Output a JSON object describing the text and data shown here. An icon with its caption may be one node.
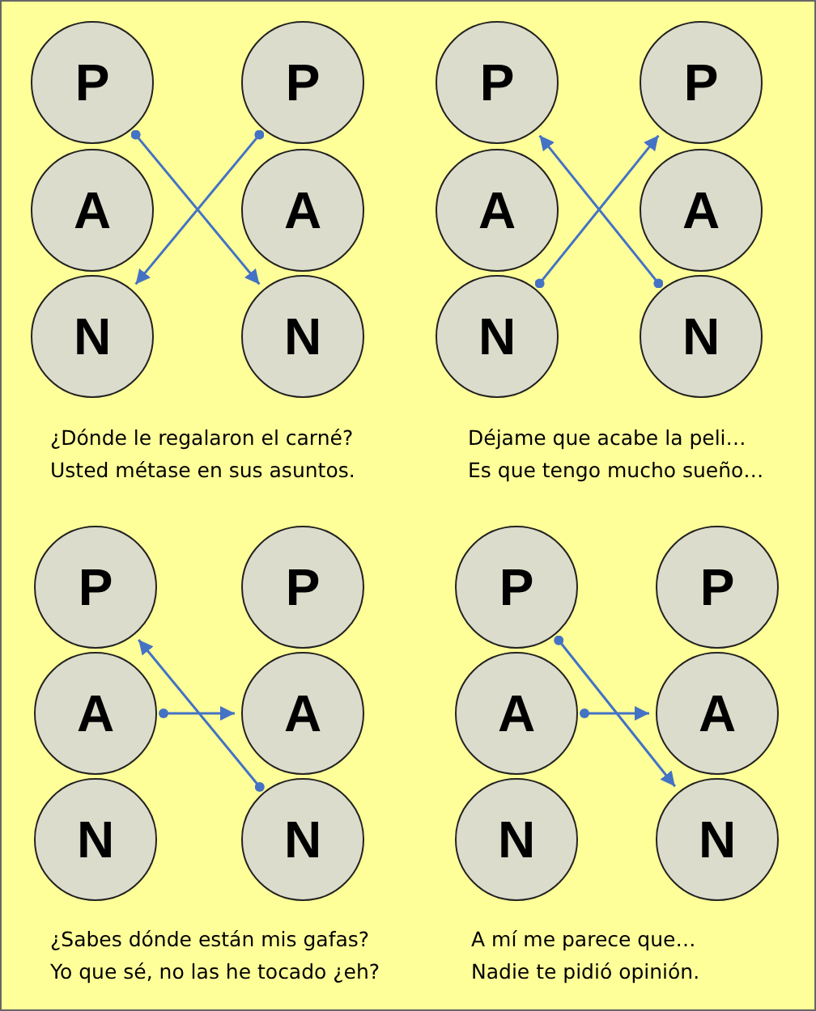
{
  "diagram": {
    "nodes": [
      {
        "text": [
          "P"
        ]
      },
      {
        "text": [
          "A"
        ]
      },
      {
        "text": [
          "N"
        ]
      },
      {
        "text": [
          "P"
        ]
      },
      {
        "text": [
          "A"
        ]
      },
      {
        "text": [
          "N"
        ]
      },
      {
        "text": [
          "P"
        ]
      },
      {
        "text": [
          "A"
        ]
      },
      {
        "text": [
          "N"
        ]
      },
      {
        "text": [
          "P"
        ]
      },
      {
        "text": [
          "A"
        ]
      },
      {
        "text": [
          "N"
        ]
      },
      {
        "text": [
          "P"
        ]
      },
      {
        "text": [
          "A"
        ]
      },
      {
        "text": [
          "N"
        ]
      },
      {
        "text": [
          "P"
        ]
      },
      {
        "text": [
          "A"
        ]
      },
      {
        "text": [
          "N"
        ]
      },
      {
        "text": [
          "P"
        ]
      },
      {
        "text": [
          "A"
        ]
      },
      {
        "text": [
          "N"
        ]
      },
      {
        "text": [
          "P"
        ]
      },
      {
        "text": [
          "A"
        ]
      },
      {
        "text": [
          "N"
        ]
      }
    ],
    "edges": [
      {
        "from": 0,
        "to": 5,
        "arrow": "to"
      },
      {
        "from": 3,
        "to": 2,
        "arrow": "to"
      },
      {
        "from": 8,
        "to": 9,
        "arrow": "to"
      },
      {
        "from": 11,
        "to": 6,
        "arrow": "to"
      },
      {
        "from": 13,
        "to": 16,
        "arrow": "to"
      },
      {
        "from": 17,
        "to": 12,
        "arrow": "to"
      },
      {
        "from": 18,
        "to": 23,
        "arrow": "to"
      },
      {
        "from": 19,
        "to": 22,
        "arrow": "to"
      }
    ],
    "labels": [
      "¿Dónde le regalaron el carné?",
      "Usted métase en sus asuntos.",
      "Déjame que acabe la peli…",
      "Es que tengo mucho sueño…",
      "¿Sabes dónde están mis gafas?",
      "Yo que sé, no las he tocado ¿eh?",
      "A mí me parece que…",
      "Nadie te pidió opinión."
    ]
  }
}
